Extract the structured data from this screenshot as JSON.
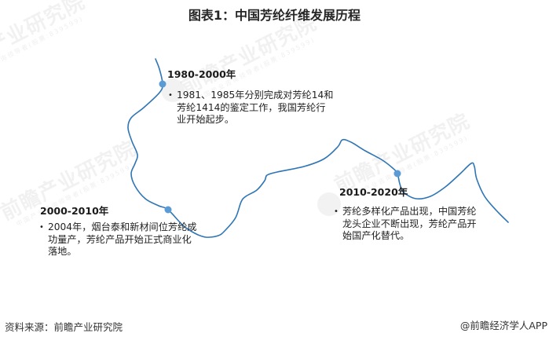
{
  "title": "图表1：中国芳纶纤维发展历程",
  "timeline": {
    "line_color": "#2E75B6",
    "dot_color": "#5B9BD5",
    "events": [
      {
        "period": "1980-2000年",
        "lines": [
          "1981、1985年分别完成对芳纶14和",
          "芳纶1414的鉴定工作，我国芳纶行",
          "业开始起步。"
        ]
      },
      {
        "period": "2000-2010年",
        "lines": [
          "2004年，烟台泰和新材间位芳纶成",
          "功量产，芳纶产品开始正式商业化",
          "落地。"
        ]
      },
      {
        "period": "2010-2020年",
        "lines": [
          "芳纶多样化产品出现，中国芳纶",
          "龙头企业不断出现，芳纶产品开",
          "始国产化替代。"
        ]
      }
    ]
  },
  "curve": {
    "points": [
      [
        198,
        75
      ],
      [
        203,
        88
      ],
      [
        207,
        107
      ],
      [
        203,
        118
      ],
      [
        183,
        137
      ],
      [
        167,
        150
      ],
      [
        163,
        163
      ],
      [
        168,
        180
      ],
      [
        175,
        197
      ],
      [
        172,
        208
      ],
      [
        167,
        221
      ],
      [
        172,
        237
      ],
      [
        185,
        253
      ],
      [
        202,
        262
      ],
      [
        214,
        267
      ],
      [
        233,
        287
      ],
      [
        248,
        297
      ],
      [
        262,
        302
      ],
      [
        278,
        300
      ],
      [
        287,
        293
      ],
      [
        300,
        277
      ],
      [
        307,
        257
      ],
      [
        313,
        250
      ],
      [
        327,
        242
      ],
      [
        337,
        230
      ],
      [
        340,
        223
      ],
      [
        353,
        219
      ],
      [
        387,
        212
      ],
      [
        413,
        202
      ],
      [
        430,
        187
      ],
      [
        436,
        178
      ],
      [
        447,
        181
      ],
      [
        465,
        192
      ],
      [
        487,
        204
      ],
      [
        500,
        214
      ],
      [
        506,
        221
      ],
      [
        509,
        234
      ],
      [
        514,
        245
      ],
      [
        530,
        253
      ],
      [
        548,
        250
      ],
      [
        567,
        238
      ],
      [
        585,
        222
      ],
      [
        600,
        208
      ],
      [
        604,
        212
      ],
      [
        607,
        228
      ],
      [
        617,
        250
      ],
      [
        632,
        268
      ],
      [
        647,
        283
      ]
    ],
    "dots": [
      [
        207,
        107
      ],
      [
        214,
        267
      ],
      [
        506,
        221
      ]
    ]
  },
  "watermark": {
    "main": "前瞻产业研究院",
    "sub": "中国产业咨询领导者(股票:839599)"
  },
  "footer": {
    "source": "资料来源：前瞻产业研究院",
    "credit": "@前瞻经济学人APP"
  }
}
